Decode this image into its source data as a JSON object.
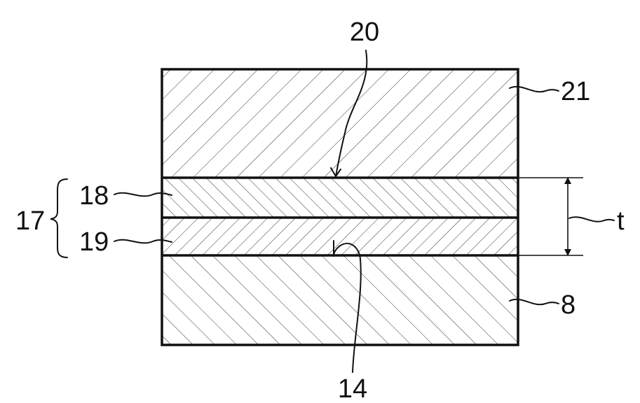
{
  "figure": {
    "layers": [
      {
        "ref": "21",
        "hatch": "diagonal-up"
      },
      {
        "ref": "18",
        "hatch": "diagonal-down"
      },
      {
        "ref": "19",
        "hatch": "diagonal-up-fine"
      },
      {
        "ref": "8",
        "hatch": "diagonal-down"
      }
    ],
    "labels": {
      "interface_top": "20",
      "top_layer": "21",
      "upper_sublayer": "18",
      "stack": "17",
      "lower_sublayer": "19",
      "thickness": "t",
      "substrate": "8",
      "interface_bottom": "14"
    }
  }
}
